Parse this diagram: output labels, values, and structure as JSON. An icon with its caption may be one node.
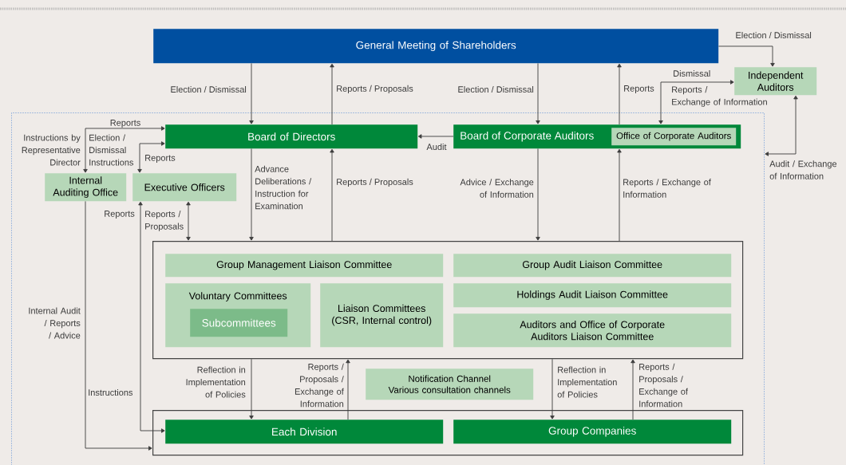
{
  "diagram": {
    "nodes": [
      {
        "text": [
          "General Meeting of Shareholders"
        ]
      },
      {
        "text": [
          "Independent Auditors"
        ]
      },
      {
        "text": [],
        "shape": "box"
      },
      {
        "text": [
          "Board of Directors"
        ],
        "in": 2
      },
      {
        "text": [
          "Board of Corporate Auditors"
        ],
        "in": 2
      },
      {
        "text": [
          "Office of Corporate Auditors"
        ],
        "in": 4
      },
      {
        "text": [
          "Internal Auditing Office"
        ],
        "in": 2
      },
      {
        "text": [
          "Executive Officers"
        ],
        "in": 2
      },
      {
        "text": [],
        "shape": "box",
        "in": 2
      },
      {
        "text": [
          "Group Management Liaison Committee"
        ],
        "in": 8
      },
      {
        "text": [
          "Voluntary Committees"
        ],
        "in": 8
      },
      {
        "text": [
          "Subcommittees"
        ],
        "in": 10
      },
      {
        "text": [
          "Liaison Committees (CSR, Internal control)"
        ],
        "in": 8
      },
      {
        "text": [
          "Group Audit Liaison Committee"
        ],
        "in": 8
      },
      {
        "text": [
          "Holdings Audit Liaison Committee"
        ],
        "in": 8
      },
      {
        "text": [
          "Auditors and Office of Corporate Auditors Liaison Committee"
        ],
        "in": 8
      },
      {
        "text": [
          "Notification Channel",
          "Various consultation channels"
        ],
        "in": 2
      },
      {
        "text": [],
        "shape": "box",
        "in": 2
      },
      {
        "text": [
          "Each Division"
        ],
        "in": 17
      },
      {
        "text": [
          "Group Companies"
        ],
        "in": 17
      }
    ],
    "edges": [
      {
        "from": 0,
        "to": 3,
        "arrow": "to",
        "label": "Election / Dismissal"
      },
      {
        "from": 3,
        "to": 0,
        "arrow": "to",
        "label": "Reports / Proposals"
      },
      {
        "from": 0,
        "to": 4,
        "arrow": "to",
        "label": "Election / Dismissal"
      },
      {
        "from": 4,
        "to": 0,
        "arrow": "to",
        "label": "Reports"
      },
      {
        "from": 0,
        "to": 1,
        "arrow": "to",
        "label": "Election / Dismissal"
      },
      {
        "from": 4,
        "to": 1,
        "arrow": "both",
        "label": "Dismissal"
      },
      {
        "from": 1,
        "to": 2,
        "arrow": "both",
        "label": "Audit / Exchange of Information"
      },
      {
        "from": 4,
        "to": 3,
        "arrow": "to",
        "label": "Audit"
      },
      {
        "from": 3,
        "to": 6,
        "arrow": "both",
        "label": "Instructions by Representative Director"
      },
      {
        "from": 3,
        "to": 7,
        "arrow": "both",
        "label": "Election / Dismissal Instructions"
      },
      {
        "from": 7,
        "to": 8,
        "arrow": "both",
        "label": "Reports / Proposals"
      },
      {
        "from": 3,
        "to": 8,
        "arrow": "to",
        "label": "Advance Deliberations / Instruction for Examination"
      },
      {
        "from": 8,
        "to": 3,
        "arrow": "to",
        "label": "Reports / Proposals"
      },
      {
        "from": 4,
        "to": 8,
        "arrow": "to",
        "label": "Advice / Exchange of Information"
      },
      {
        "from": 8,
        "to": 4,
        "arrow": "to",
        "label": "Reports / Exchange of Information"
      },
      {
        "from": 6,
        "to": 17,
        "arrow": "to",
        "label": "Internal Audit / Reports / Advice"
      },
      {
        "from": 7,
        "to": 18,
        "arrow": "both",
        "label": "Instructions"
      },
      {
        "from": 8,
        "to": 18,
        "arrow": "to",
        "label": "Reflection in Implementation of Policies"
      },
      {
        "from": 18,
        "to": 8,
        "arrow": "to",
        "label": "Reports / Proposals / Exchange of Information"
      },
      {
        "from": 8,
        "to": 19,
        "arrow": "to",
        "label": "Reflection in Implementation of Policies"
      },
      {
        "from": 19,
        "to": 8,
        "arrow": "to",
        "label": "Reports / Proposals / Exchange of Information"
      }
    ],
    "labels": [
      "Reports / Exchange of Information",
      "Reports",
      "Reports",
      "Reports"
    ]
  }
}
